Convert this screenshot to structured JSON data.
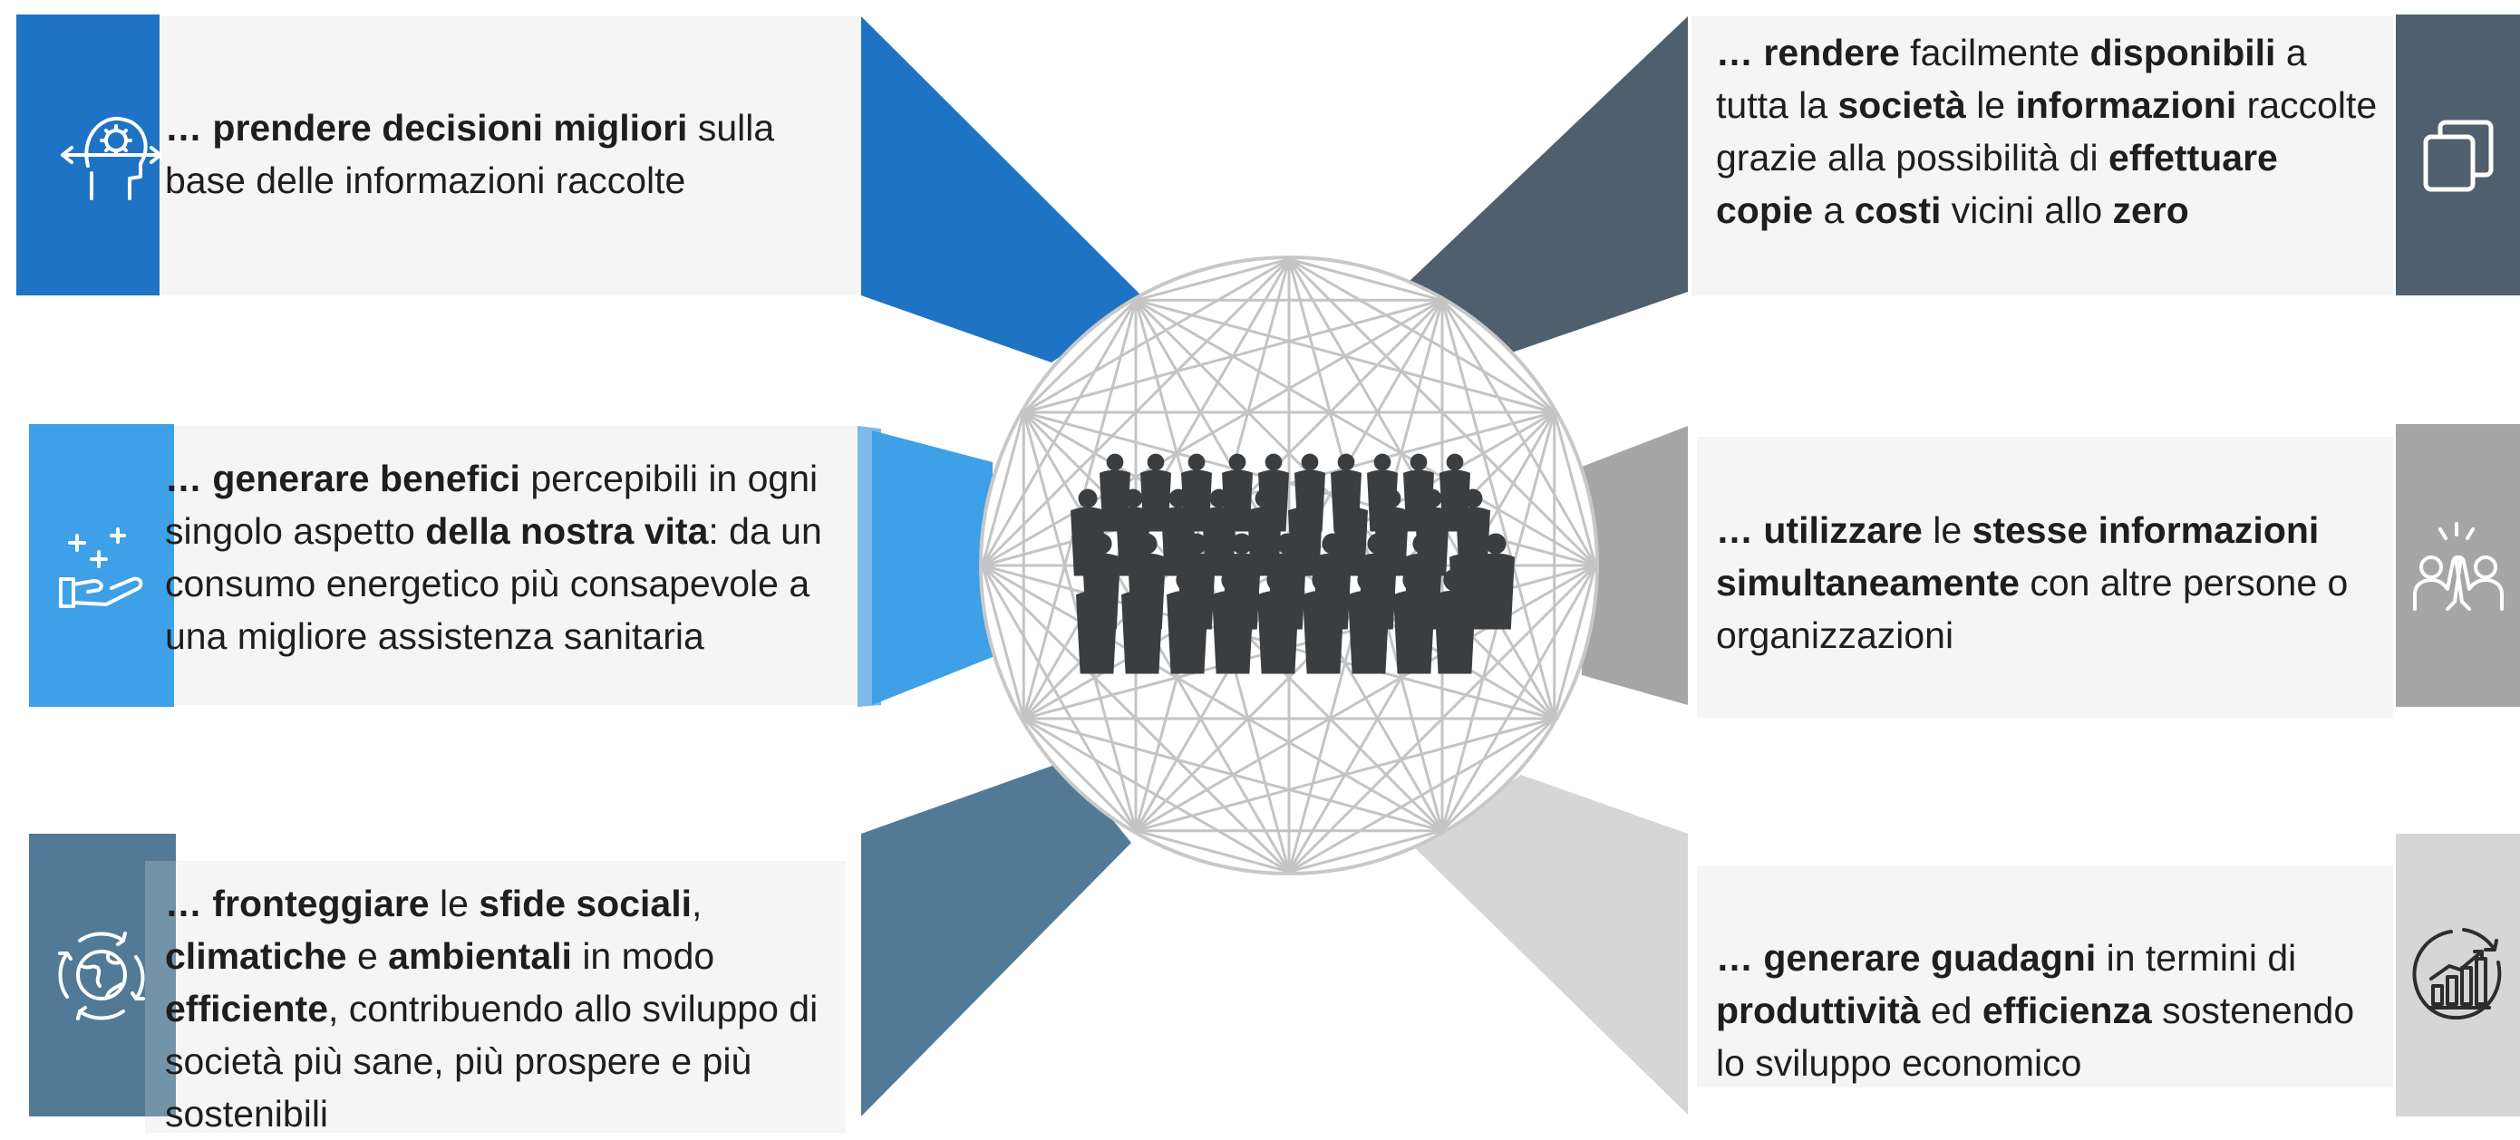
{
  "colors": {
    "blue_dark": "#1f73c4",
    "blue_light": "#3ea0e6",
    "steel_blue": "#527a96",
    "slate": "#4f5f6d",
    "gray_mid": "#a6a6a6",
    "gray_light": "#d6d6d6",
    "panel": "#f5f5f5",
    "crowd": "#3b3e41"
  },
  "benefits": [
    {
      "id": "decisions",
      "icon": "head-gear-icon",
      "segments": [
        {
          "t": "… ",
          "b": true
        },
        {
          "t": "prendere decisioni migliori",
          "b": true
        },
        {
          "t": " sulla base delle informazioni raccolte",
          "b": false
        }
      ]
    },
    {
      "id": "life",
      "icon": "hand-plus-icon",
      "segments": [
        {
          "t": "… generare benefici",
          "b": true
        },
        {
          "t": " percepibili in ogni singolo aspetto ",
          "b": false
        },
        {
          "t": "della nostra vita",
          "b": true
        },
        {
          "t": ": da un consumo energetico più consapevole a una migliore assistenza sanitaria",
          "b": false
        }
      ]
    },
    {
      "id": "challenges",
      "icon": "globe-cycle-icon",
      "segments": [
        {
          "t": "… fronteggiare",
          "b": true
        },
        {
          "t": " le ",
          "b": false
        },
        {
          "t": "sfide sociali",
          "b": true
        },
        {
          "t": ", ",
          "b": false
        },
        {
          "t": "climatiche",
          "b": true
        },
        {
          "t": " e ",
          "b": false
        },
        {
          "t": "ambientali",
          "b": true
        },
        {
          "t": " in modo ",
          "b": false
        },
        {
          "t": "efficiente",
          "b": true
        },
        {
          "t": ", contribuendo allo sviluppo di società più sane, più prospere e più sostenibili",
          "b": false
        }
      ]
    },
    {
      "id": "available",
      "icon": "copy-icon",
      "segments": [
        {
          "t": "… rendere",
          "b": true
        },
        {
          "t": " facilmente ",
          "b": false
        },
        {
          "t": "disponibili",
          "b": true
        },
        {
          "t": " a tutta la ",
          "b": false
        },
        {
          "t": "società",
          "b": true
        },
        {
          "t": " le ",
          "b": false
        },
        {
          "t": "informazioni",
          "b": true
        },
        {
          "t": " raccolte grazie alla possibilità di ",
          "b": false
        },
        {
          "t": "effettuare copie",
          "b": true
        },
        {
          "t": " a ",
          "b": false
        },
        {
          "t": "costi",
          "b": true
        },
        {
          "t": " vicini allo ",
          "b": false
        },
        {
          "t": "zero",
          "b": true
        }
      ]
    },
    {
      "id": "share",
      "icon": "high-five-icon",
      "segments": [
        {
          "t": "… utilizzare",
          "b": true
        },
        {
          "t": " le ",
          "b": false
        },
        {
          "t": "stesse informazioni simultaneamente",
          "b": true
        },
        {
          "t": " con altre persone o organizzazioni",
          "b": false
        }
      ]
    },
    {
      "id": "gains",
      "icon": "growth-chart-icon",
      "segments": [
        {
          "t": "… generare guadagni",
          "b": true
        },
        {
          "t": " in termini di ",
          "b": false
        },
        {
          "t": "produttività",
          "b": true
        },
        {
          "t": " ed ",
          "b": false
        },
        {
          "t": "efficienza",
          "b": true
        },
        {
          "t": " sostenendo lo sviluppo economico",
          "b": false
        }
      ]
    }
  ],
  "center": {
    "icon": "crowd-network-icon"
  }
}
